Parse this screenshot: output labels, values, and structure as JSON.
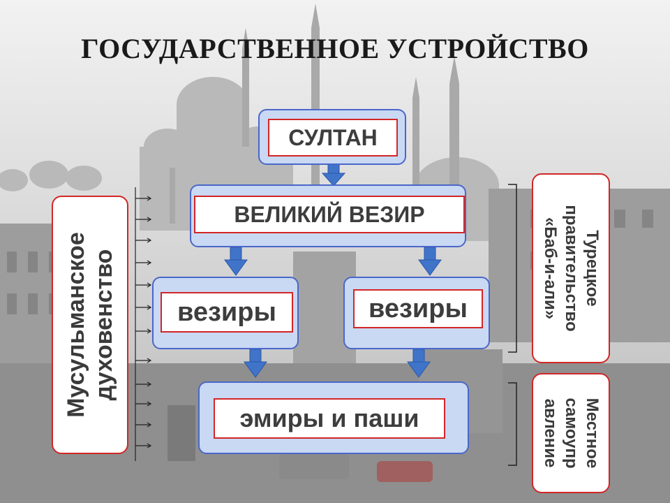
{
  "title": "ГОСУДАРСТВЕННОЕ УСТРОЙСТВО",
  "nodes": {
    "sultan": "СУЛТАН",
    "grand_vizier": "ВЕЛИКИЙ ВЕЗИР",
    "viziers_left": "везиры",
    "viziers_right": "везиры",
    "emirs": "эмиры и паши"
  },
  "side_labels": {
    "clergy_line1": "Мусульманское",
    "clergy_line2": "духовенство",
    "government_line1": "Турецкое",
    "government_line2": "правительство",
    "government_line3": "«Баб-и-али»",
    "local_line1": "Местное",
    "local_line2": "самоупр",
    "local_line3": "авление"
  },
  "colors": {
    "box_fill": "#c9d8f3",
    "box_border": "#4a67c9",
    "inner_border": "#d22626",
    "arrow": "#3f74c9"
  }
}
